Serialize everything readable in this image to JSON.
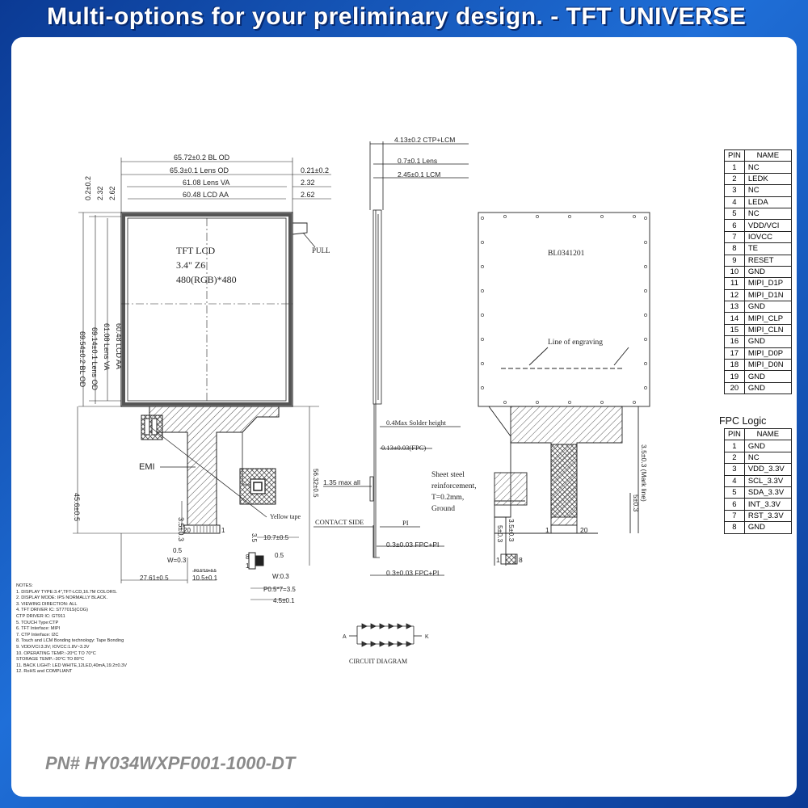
{
  "banner": {
    "title": "Multi-options for your preliminary design.   -  TFT UNIVERSE"
  },
  "part_number": "PN# HY034WXPF001-1000-DT",
  "front_view": {
    "dims_top": [
      "65.72±0.2 BL OD",
      "65.3±0.1 Lens OD",
      "61.08 Lens VA",
      "60.48 LCD AA"
    ],
    "dims_top_right": [
      "0.21±0.2",
      "2.32",
      "2.62"
    ],
    "dims_left_rot": [
      "0.2±0.2",
      "2.32",
      "2.62",
      "69.54±0.2 BL OD",
      "69.14±0.1 Lens OD",
      "61.08 Lens VA",
      "60.48 LCD AA",
      "45.6±0.5",
      "3.5±0.3"
    ],
    "lcd_text": [
      "TFT LCD",
      "3.4\" Z6",
      "480(RGB)*480"
    ],
    "pull": "PULL",
    "emi": "EMI",
    "yellow_tape": "Yellow tape",
    "dims_bottom": [
      "20",
      "1",
      "0.5",
      "W=0.3",
      "P0.5*19=9.5",
      "10.5±0.1",
      "27.61±0.5",
      "10.7±0.5",
      "3.5",
      "8",
      "1",
      "0.5",
      "W:0.3",
      "P0.5*7=3.5",
      "4.5±0.1",
      "56.32±0.5"
    ]
  },
  "side_view": {
    "dims": [
      "4.13±0.2 CTP+LCM",
      "0.7±0.1 Lens",
      "2.45±0.1 LCM",
      "0.4Max Solder height",
      "0.13±0.03(FPC)",
      "1.35 max all",
      "CONTACT SIDE",
      "PI",
      "0.3±0.03 FPC+PI",
      "0.3±0.03 FPC+PI"
    ]
  },
  "back_view": {
    "label": "BL0341201",
    "engraving": "Line of engraving",
    "steel": [
      "Sheet steel",
      "reinforcement,",
      "T=0.2mm,",
      "Ground"
    ],
    "dims": [
      "3.5±0.3 (Mark line)",
      "5±0.3",
      "5±0.3",
      "3.5±0.3",
      "1",
      "20",
      "1",
      "8"
    ]
  },
  "circuit": {
    "title": "CIRCUIT DIAGRAM",
    "a": "A",
    "k": "K"
  },
  "main_pins": {
    "headers": [
      "PIN",
      "NAME"
    ],
    "rows": [
      [
        "1",
        "NC"
      ],
      [
        "2",
        "LEDK"
      ],
      [
        "3",
        "NC"
      ],
      [
        "4",
        "LEDA"
      ],
      [
        "5",
        "NC"
      ],
      [
        "6",
        "VDD/VCI"
      ],
      [
        "7",
        "IOVCC"
      ],
      [
        "8",
        "TE"
      ],
      [
        "9",
        "RESET"
      ],
      [
        "10",
        "GND"
      ],
      [
        "11",
        "MIPI_D1P"
      ],
      [
        "12",
        "MIPI_D1N"
      ],
      [
        "13",
        "GND"
      ],
      [
        "14",
        "MIPI_CLP"
      ],
      [
        "15",
        "MIPI_CLN"
      ],
      [
        "16",
        "GND"
      ],
      [
        "17",
        "MIPI_D0P"
      ],
      [
        "18",
        "MIPI_D0N"
      ],
      [
        "19",
        "GND"
      ],
      [
        "20",
        "GND"
      ]
    ]
  },
  "fpc_logic": {
    "title": "FPC Logic",
    "headers": [
      "PIN",
      "NAME"
    ],
    "rows": [
      [
        "1",
        "GND"
      ],
      [
        "2",
        "NC"
      ],
      [
        "3",
        "VDD_3.3V"
      ],
      [
        "4",
        "SCL_3.3V"
      ],
      [
        "5",
        "SDA_3.3V"
      ],
      [
        "6",
        "INT_3.3V"
      ],
      [
        "7",
        "RST_3.3V"
      ],
      [
        "8",
        "GND"
      ]
    ]
  },
  "notes": [
    "NOTES:",
    "1. DISPLAY TYPE:3.4\",TFT-LCD,16.7M COLORS.",
    "2. DISPLAY MODE: IPS NORMALLY BLACK.",
    "3. VIEWING DIRECTION: ALL",
    "4. TFT DRIVER IC: ST7701S(COG)",
    "   CTP DRIVER IC: GT911",
    "5. TOUCH  Type:CTP",
    "6. TFT Interface: MIPI",
    "7. CTP Interface: I2C",
    "8. Touch and LCM Bonding technology: Tape Bonding",
    "9. VDD/VCI:3.3V; IOVCC:1.8V~3.3V",
    "10. OPERATING TEMP.:-20°C TO 70°C",
    "    STORAGE TEMP.:-30°C TO 80°C",
    "11. BACK LIGHT: LED WHITE,12LED,40mA,19.2±0.3V",
    "12. RoHS and  COMPLIANT"
  ]
}
